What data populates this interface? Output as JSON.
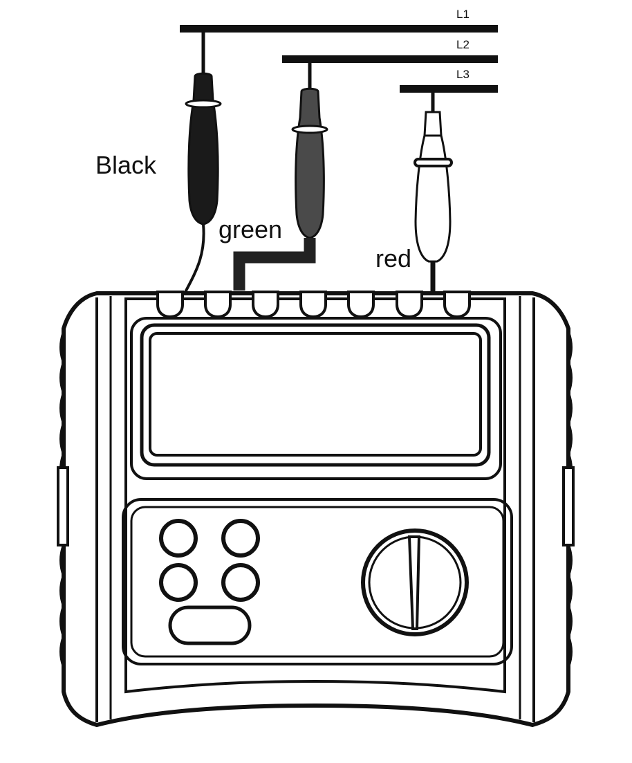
{
  "lines": [
    {
      "label": "L1"
    },
    {
      "label": "L2"
    },
    {
      "label": "L3"
    }
  ],
  "leads": [
    {
      "label": "Black",
      "color": "#1a1a1a"
    },
    {
      "label": "green",
      "color": "#4a4a4a"
    },
    {
      "label": "red",
      "color": "#ffffff"
    }
  ],
  "colors": {
    "ink": "#111111",
    "paper": "#ffffff"
  }
}
